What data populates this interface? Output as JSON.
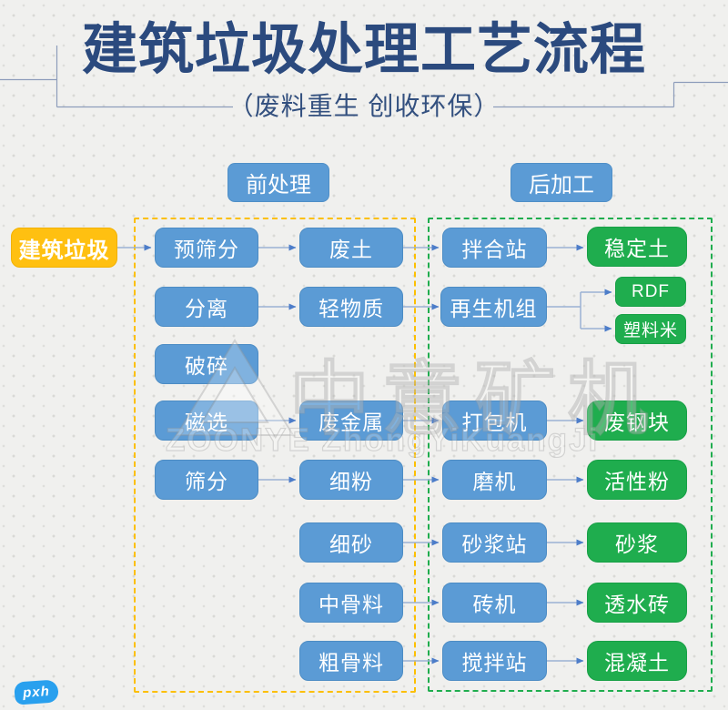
{
  "header": {
    "title": "建筑垃圾处理工艺流程",
    "subtitle": "（废料重生 创收环保）"
  },
  "sections": {
    "pre_label": "前处理",
    "post_label": "后加工"
  },
  "nodes": {
    "jianzhulaji": "建筑垃圾",
    "yushaifen": "预筛分",
    "fenli": "分离",
    "posui": "破碎",
    "cixuan": "磁选",
    "shaifen": "筛分",
    "feitu": "废土",
    "qingwuzhi": "轻物质",
    "feijinshu": "废金属",
    "xifen": "细粉",
    "xisha": "细砂",
    "zhonggu": "中骨料",
    "cugu": "粗骨料",
    "banhezhan": "拌合站",
    "zaisheng": "再生机组",
    "dabaoji": "打包机",
    "moji": "磨机",
    "shajiangzhan": "砂浆站",
    "zhuanji": "砖机",
    "jiaobanzhan": "搅拌站",
    "wendingtu": "稳定土",
    "rdf": "RDF",
    "suliaomi": "塑料米",
    "feigang": "废钢块",
    "huoxing": "活性粉",
    "shajiang": "砂浆",
    "toushui": "透水砖",
    "hunningtu": "混凝土"
  },
  "edges": [
    {
      "from": "建筑垃圾",
      "to": "预筛分"
    },
    {
      "from": "预筛分",
      "to": "废土"
    },
    {
      "from": "废土",
      "to": "拌合站"
    },
    {
      "from": "拌合站",
      "to": "稳定土"
    },
    {
      "from": "分离",
      "to": "轻物质"
    },
    {
      "from": "轻物质",
      "to": "再生机组"
    },
    {
      "from": "再生机组",
      "to": "RDF"
    },
    {
      "from": "再生机组",
      "to": "塑料米"
    },
    {
      "from": "磁选",
      "to": "废金属"
    },
    {
      "from": "废金属",
      "to": "打包机"
    },
    {
      "from": "打包机",
      "to": "废钢块"
    },
    {
      "from": "筛分",
      "to": "细粉"
    },
    {
      "from": "细粉",
      "to": "磨机"
    },
    {
      "from": "磨机",
      "to": "活性粉"
    },
    {
      "from": "细砂",
      "to": "砂浆站"
    },
    {
      "from": "砂浆站",
      "to": "砂浆"
    },
    {
      "from": "中骨料",
      "to": "砖机"
    },
    {
      "from": "砖机",
      "to": "透水砖"
    },
    {
      "from": "粗骨料",
      "to": "搅拌站"
    },
    {
      "from": "搅拌站",
      "to": "混凝土"
    }
  ],
  "watermark": {
    "cn": "中意矿机",
    "en": "ZOONYE ZhongYiKuangJi"
  },
  "signature": "pxh",
  "colors": {
    "title_navy": "#2b4a7e",
    "node_blue": "#5b9bd5",
    "node_green": "#1fad4e",
    "node_yellow": "#ffc011",
    "dash_yellow": "#fcbf00",
    "dash_green": "#1fad4e",
    "arrow": "#4d7dc9",
    "background": "#f0f0ee"
  }
}
